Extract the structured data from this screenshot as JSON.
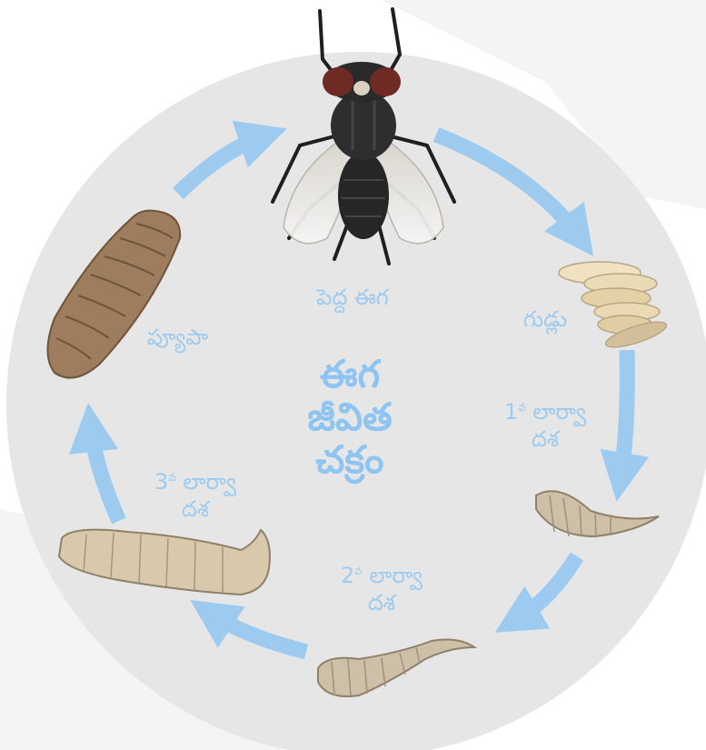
{
  "title_lines": [
    "ఈగ",
    "జీవిత",
    "చక్రం"
  ],
  "stages": {
    "adult": {
      "label": "పెద్ద ఈగ"
    },
    "eggs": {
      "label": "గుడ్లు"
    },
    "larva1": {
      "number": "1",
      "superscript": "వ",
      "line1": "లార్వా",
      "line2": "దశ"
    },
    "larva2": {
      "number": "2",
      "superscript": "వ",
      "line1": "లార్వా",
      "line2": "దశ"
    },
    "larva3": {
      "number": "3",
      "superscript": "వ",
      "line1": "లార్వా",
      "line2": "దశ"
    },
    "pupa": {
      "label": "ప్యూపా"
    }
  },
  "colors": {
    "circle_fill": "#e6e6e6",
    "background_shape": "#f4f4f4",
    "arrow": "#9dcbef",
    "label_text": "#9dcbef",
    "title_text": "#8ec4f2",
    "larva_body": "#cdbfa8",
    "pupa_body": "#9d7d5e",
    "egg_body": "#e9d9b5",
    "fly_body": "#2b2b2b",
    "fly_eye": "#7a2a22"
  }
}
